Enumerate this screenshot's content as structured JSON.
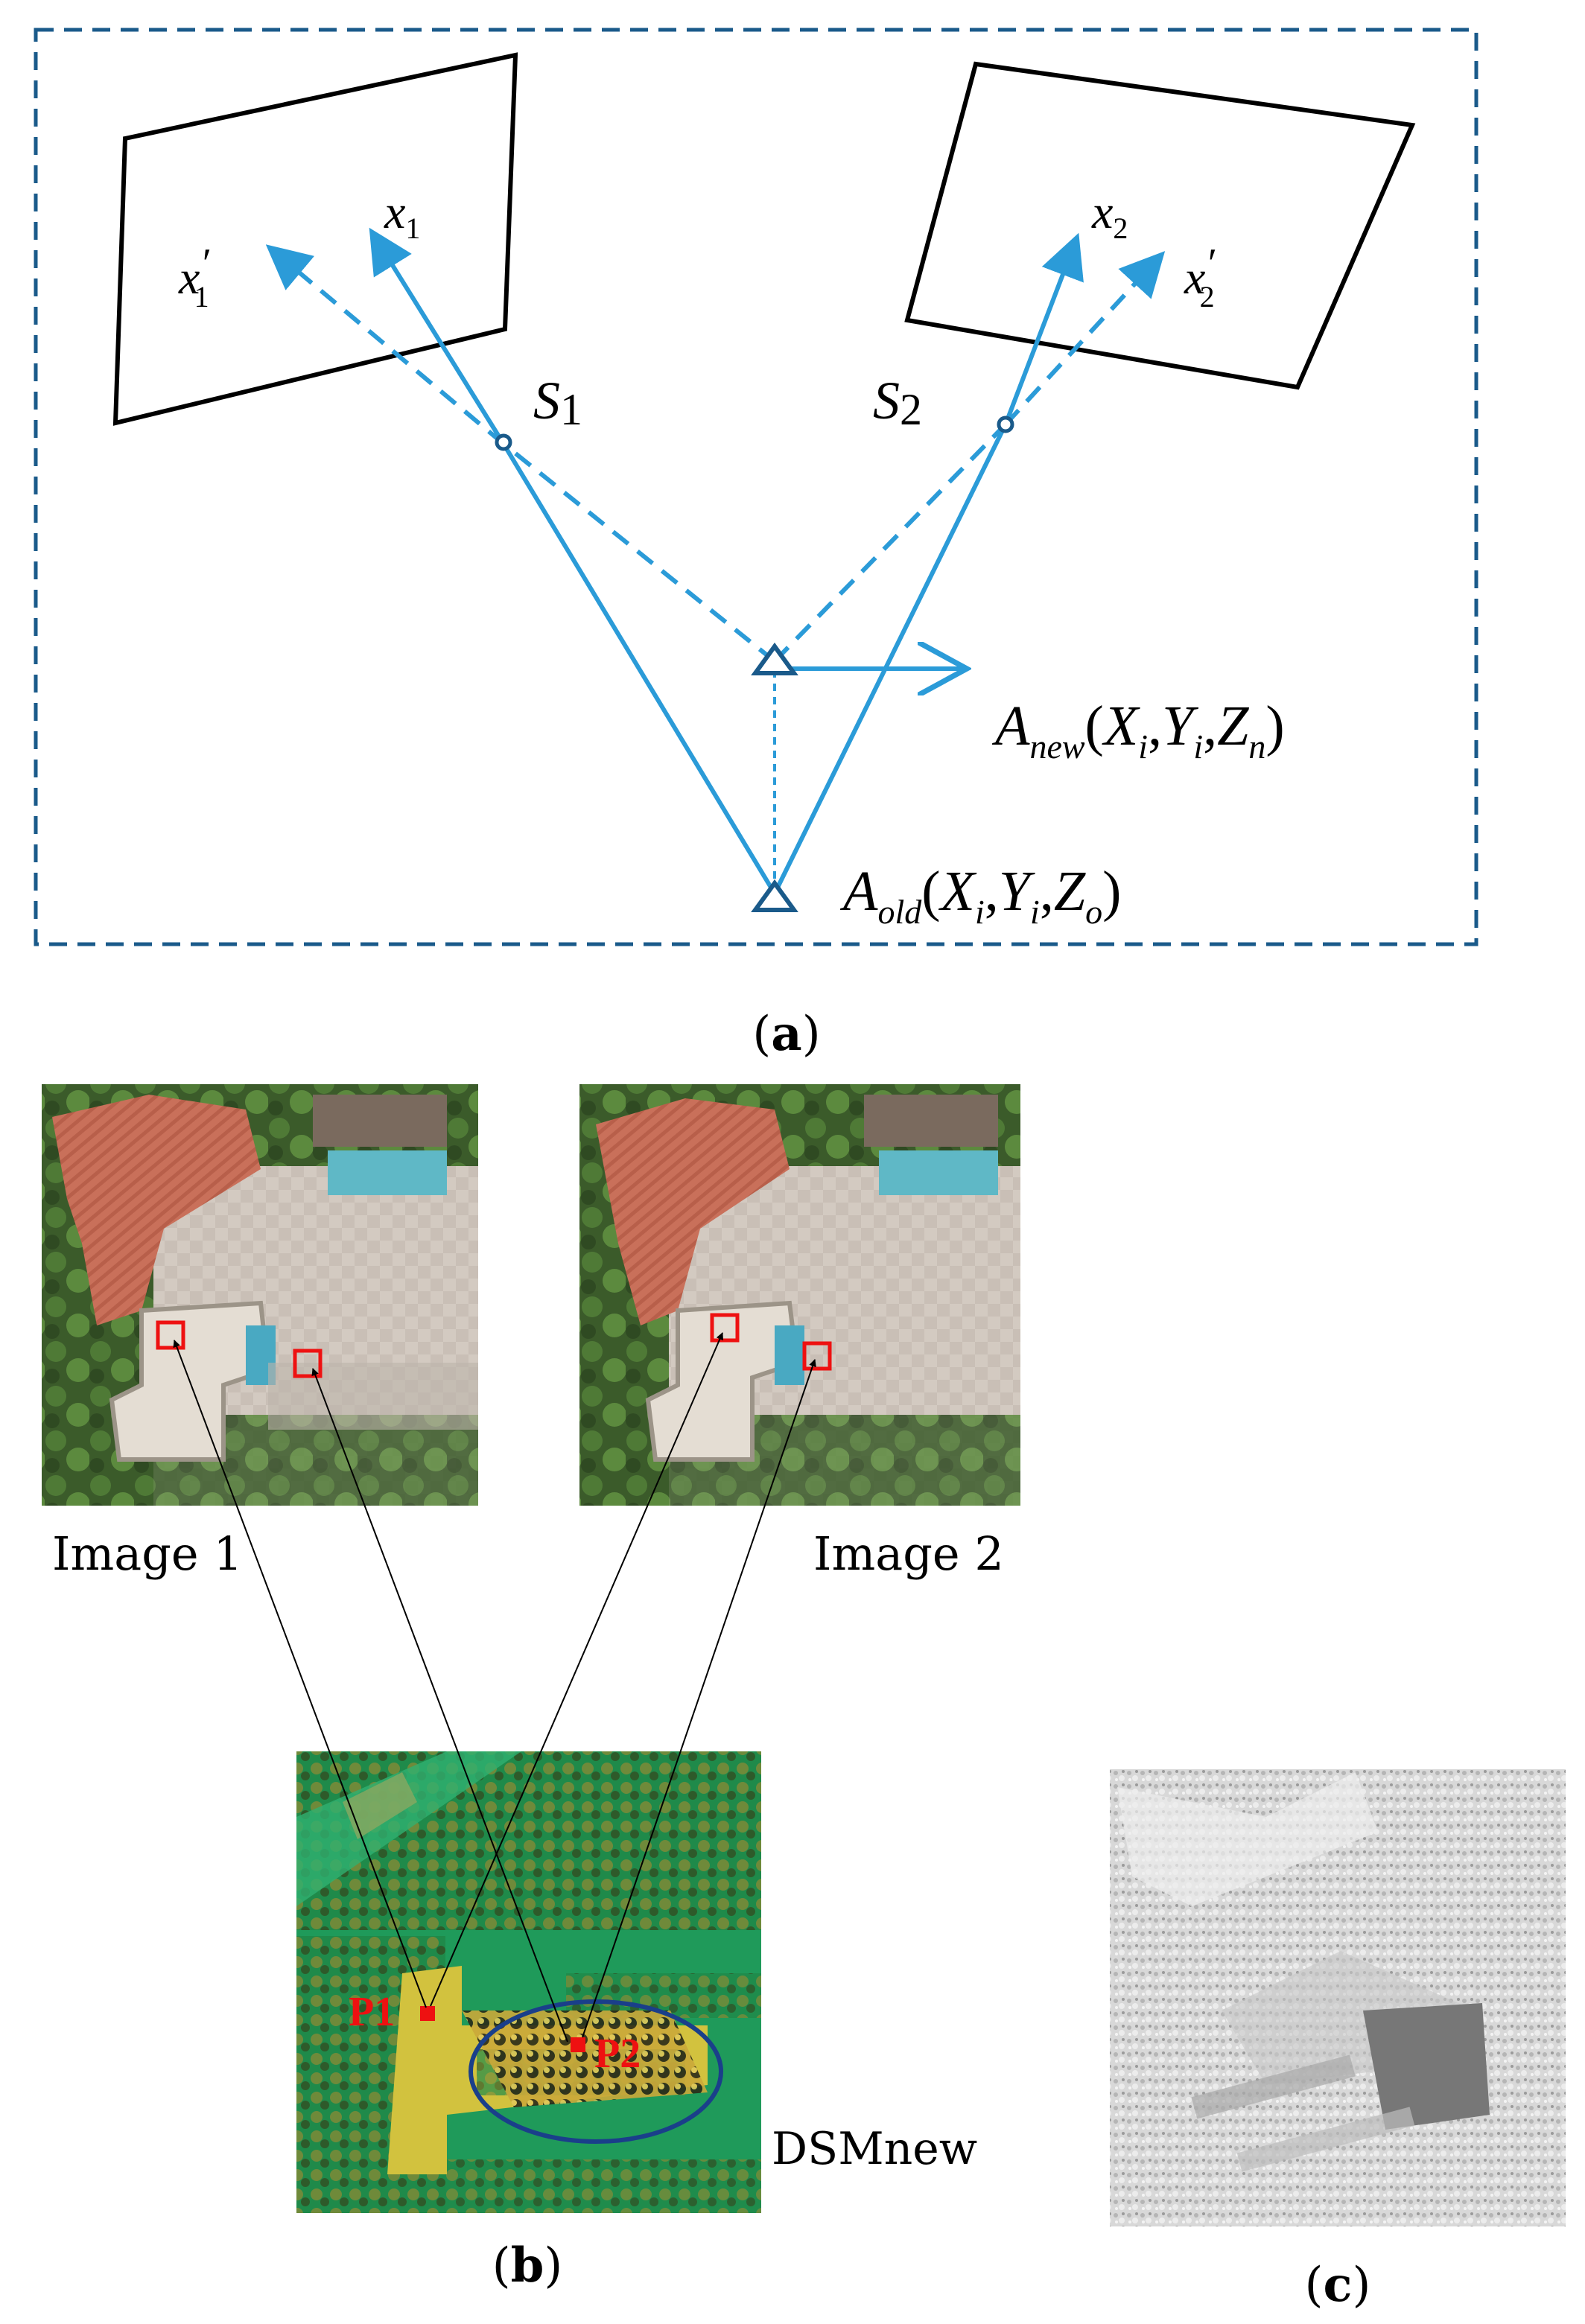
{
  "panel_a": {
    "labels": {
      "x1": "x",
      "x1_sub": "1",
      "x1p": "x",
      "x1p_prime": "′",
      "x1p_sub": "1",
      "x2": "x",
      "x2_sub": "2",
      "x2p": "x",
      "x2p_prime": "′",
      "x2p_sub": "2",
      "s1": "S",
      "s1_sub": "1",
      "s2": "S",
      "s2_sub": "2",
      "anew_a": "A",
      "anew_sub": "new",
      "anew_open": "(",
      "anew_x": "X",
      "anew_x_sub": "i",
      "anew_comma1": ",",
      "anew_y": "Y",
      "anew_y_sub": "i",
      "anew_comma2": ",",
      "anew_z": "Z",
      "anew_z_sub": "n",
      "anew_close": ")",
      "aold_a": "A",
      "aold_sub": "old",
      "aold_open": "(",
      "aold_x": "X",
      "aold_x_sub": "i",
      "aold_comma1": ",",
      "aold_y": "Y",
      "aold_y_sub": "i",
      "aold_comma2": ",",
      "aold_z": "Z",
      "aold_z_sub": "o",
      "aold_close": ")"
    },
    "caption_open": "(",
    "caption_letter": "a",
    "caption_close": ")"
  },
  "panel_b": {
    "image1_label": "Image 1",
    "image2_label": "Image 2",
    "dsm_label": "DSMnew",
    "p1_label": "P1",
    "p2_label": "P2",
    "caption_open": "(",
    "caption_letter": "b",
    "caption_close": ")"
  },
  "panel_c": {
    "caption_open": "(",
    "caption_letter": "c",
    "caption_close": ")"
  },
  "colors": {
    "ray": "#2b9bd8",
    "frame": "#1a5a8a",
    "marker": "#ee1111",
    "ellipse": "#1a3f8a"
  }
}
